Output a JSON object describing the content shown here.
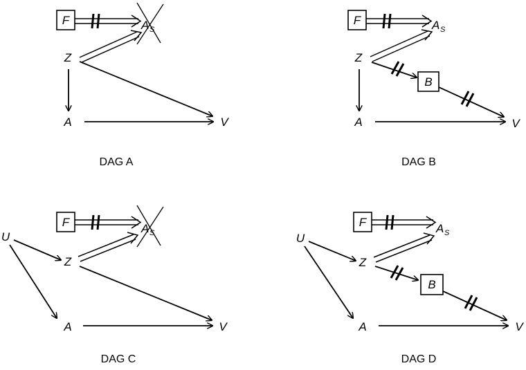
{
  "panels": [
    {
      "caption": "DAG A",
      "nodes": {
        "F": "F",
        "As": "A",
        "As_sub": "S",
        "Z": "Z",
        "A": "A",
        "V": "V"
      }
    },
    {
      "caption": "DAG B",
      "nodes": {
        "F": "F",
        "As": "A",
        "As_sub": "S",
        "Z": "Z",
        "B": "B",
        "A": "A",
        "V": "V"
      }
    },
    {
      "caption": "DAG C",
      "nodes": {
        "F": "F",
        "As": "A",
        "As_sub": "S",
        "Z": "Z",
        "U": "U",
        "A": "A",
        "V": "V"
      }
    },
    {
      "caption": "DAG D",
      "nodes": {
        "F": "F",
        "As": "A",
        "As_sub": "S",
        "Z": "Z",
        "U": "U",
        "B": "B",
        "A": "A",
        "V": "V"
      }
    }
  ]
}
